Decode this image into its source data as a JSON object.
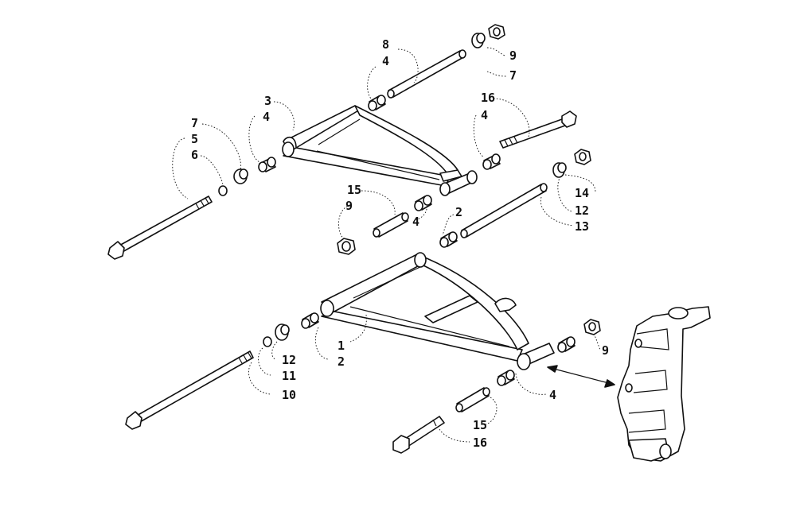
{
  "diagram": {
    "callouts": [
      {
        "id": "c8",
        "text": "8"
      },
      {
        "id": "c4a",
        "text": "4"
      },
      {
        "id": "c9a",
        "text": "9"
      },
      {
        "id": "c7a",
        "text": "7"
      },
      {
        "id": "c3",
        "text": "3"
      },
      {
        "id": "c4b",
        "text": "4"
      },
      {
        "id": "c16a",
        "text": "16"
      },
      {
        "id": "c4c",
        "text": "4"
      },
      {
        "id": "c7b",
        "text": "7"
      },
      {
        "id": "c5",
        "text": "5"
      },
      {
        "id": "c6",
        "text": "6"
      },
      {
        "id": "c15a",
        "text": "15"
      },
      {
        "id": "c9b",
        "text": "9"
      },
      {
        "id": "c4d",
        "text": "4"
      },
      {
        "id": "c2a",
        "text": "2"
      },
      {
        "id": "c14",
        "text": "14"
      },
      {
        "id": "c12a",
        "text": "12"
      },
      {
        "id": "c13",
        "text": "13"
      },
      {
        "id": "c1",
        "text": "1"
      },
      {
        "id": "c2b",
        "text": "2"
      },
      {
        "id": "c12b",
        "text": "12"
      },
      {
        "id": "c11",
        "text": "11"
      },
      {
        "id": "c10",
        "text": "10"
      },
      {
        "id": "c9c",
        "text": "9"
      },
      {
        "id": "c4e",
        "text": "4"
      },
      {
        "id": "c15b",
        "text": "15"
      },
      {
        "id": "c16b",
        "text": "16"
      }
    ]
  }
}
